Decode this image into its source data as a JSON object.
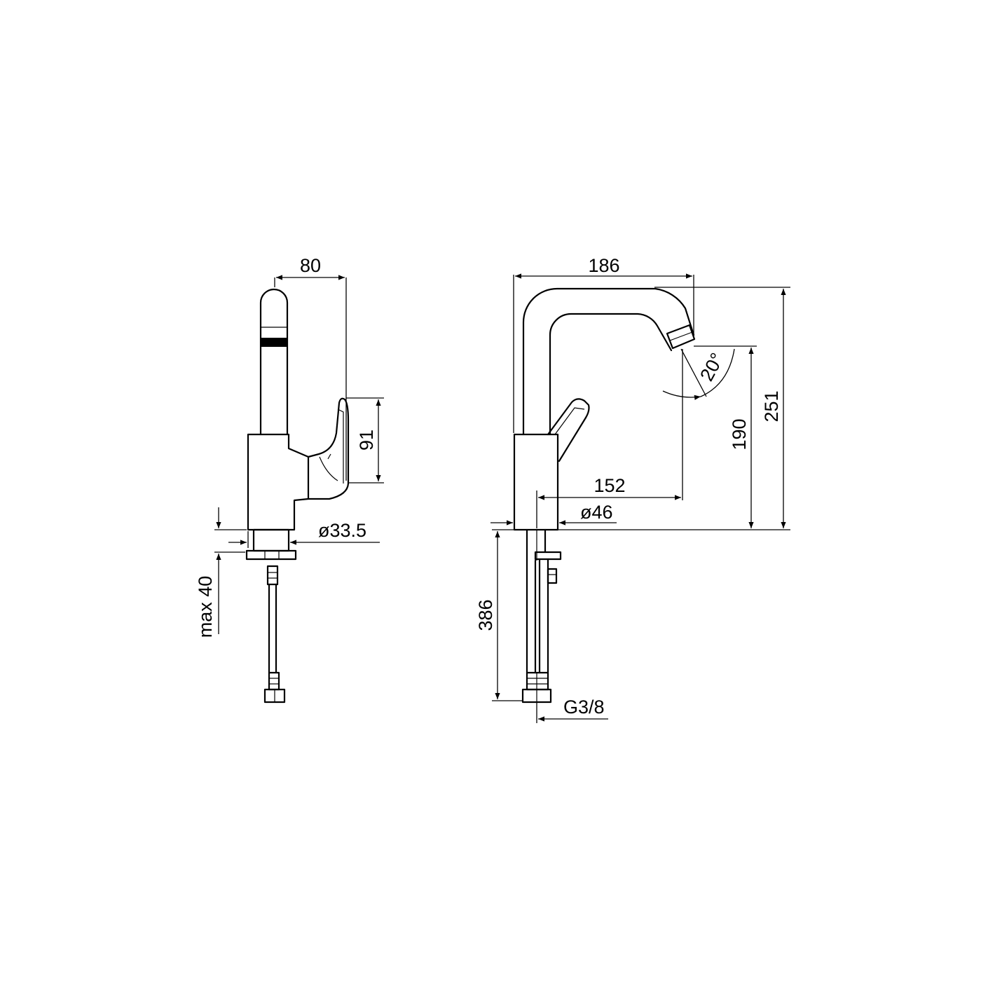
{
  "colors": {
    "line": "#000000",
    "background": "#ffffff"
  },
  "side_view": {
    "dimensions": {
      "width": "80",
      "lever_height": "91",
      "hole_diameter": "ø33.5",
      "max_thickness": "max 40"
    }
  },
  "front_view": {
    "dimensions": {
      "width": "186",
      "total_height": "251",
      "outlet_height": "190",
      "reach": "152",
      "base_diameter": "ø46",
      "hose_length": "386",
      "connection": "G3/8",
      "swivel_angle": "20°"
    }
  }
}
